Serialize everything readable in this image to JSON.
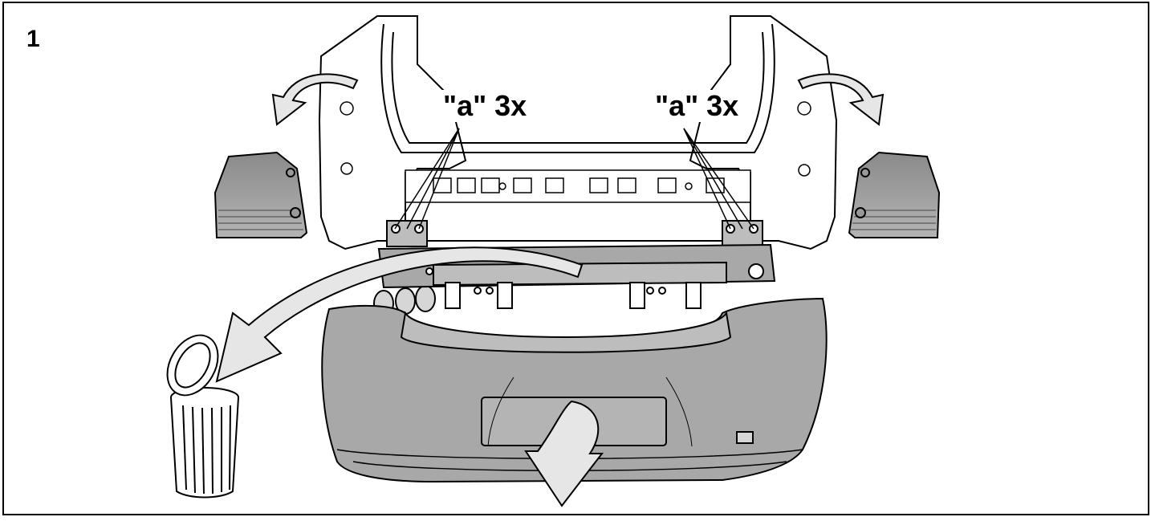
{
  "figure": {
    "step_number": "1",
    "callouts": [
      {
        "id": "left",
        "text": "\"a\" 3x"
      },
      {
        "id": "right",
        "text": "\"a\" 3x"
      }
    ],
    "colors": {
      "part_fill": "#a8a8a8",
      "part_dark": "#7a7a7a",
      "arrow_fill": "#e6e6e6",
      "outline": "#000000",
      "body_fill": "#ffffff"
    },
    "icons": [
      "trash-bin-icon",
      "removal-arrow-icon"
    ]
  }
}
